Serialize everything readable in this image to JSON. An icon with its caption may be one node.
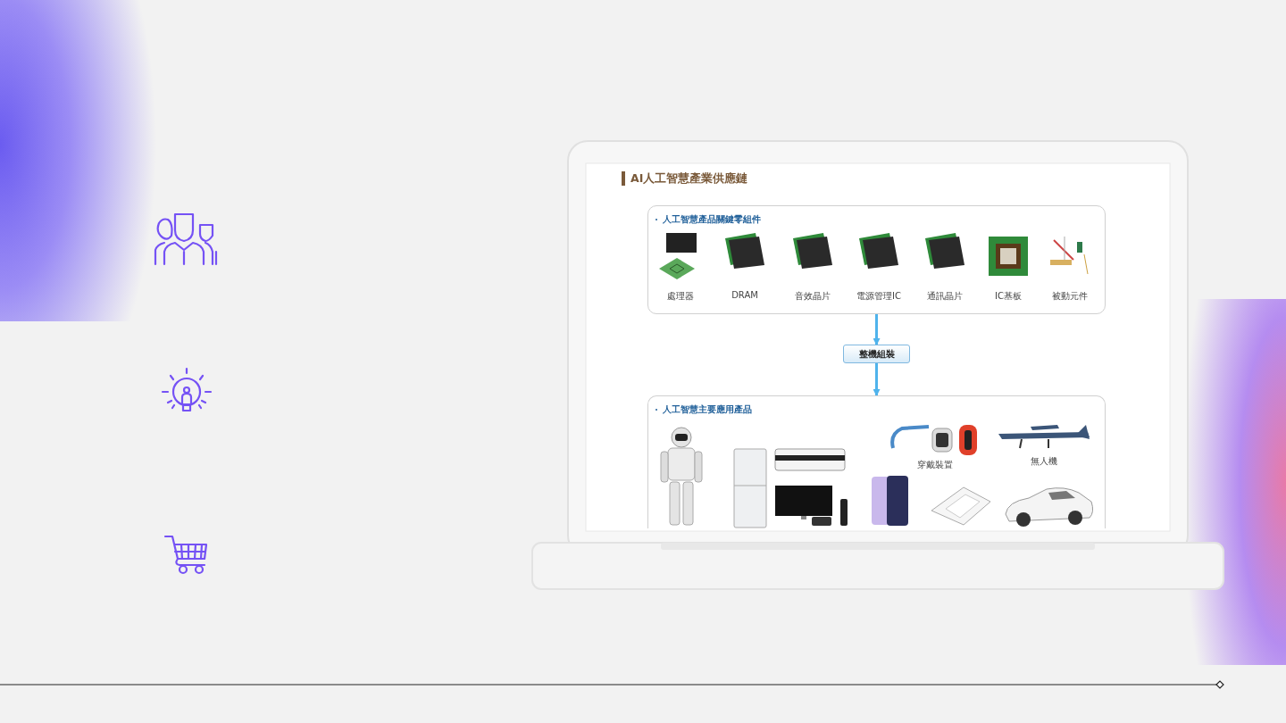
{
  "diagram": {
    "title": "AI人工智慧產業供應鏈",
    "nodes": [
      {
        "text": [
          "人工智慧產品關鍵零組件"
        ]
      },
      {
        "text": [
          "處理器"
        ],
        "in": 0
      },
      {
        "text": [
          "DRAM"
        ],
        "in": 0
      },
      {
        "text": [
          "音效晶片"
        ],
        "in": 0
      },
      {
        "text": [
          "電源管理IC"
        ],
        "in": 0
      },
      {
        "text": [
          "通訊晶片"
        ],
        "in": 0
      },
      {
        "text": [
          "IC基板"
        ],
        "in": 0
      },
      {
        "text": [
          "被動元件"
        ],
        "in": 0
      },
      {
        "text": [
          "整機組裝"
        ]
      },
      {
        "text": [
          "人工智慧主要應用產品"
        ]
      },
      {
        "text": [
          "穿戴裝置"
        ],
        "in": 9
      },
      {
        "text": [
          "無人機"
        ],
        "in": 9
      }
    ],
    "edges": [
      {
        "from": 0,
        "to": 8,
        "arrow": "to"
      },
      {
        "from": 8,
        "to": 9,
        "arrow": "to"
      }
    ]
  }
}
